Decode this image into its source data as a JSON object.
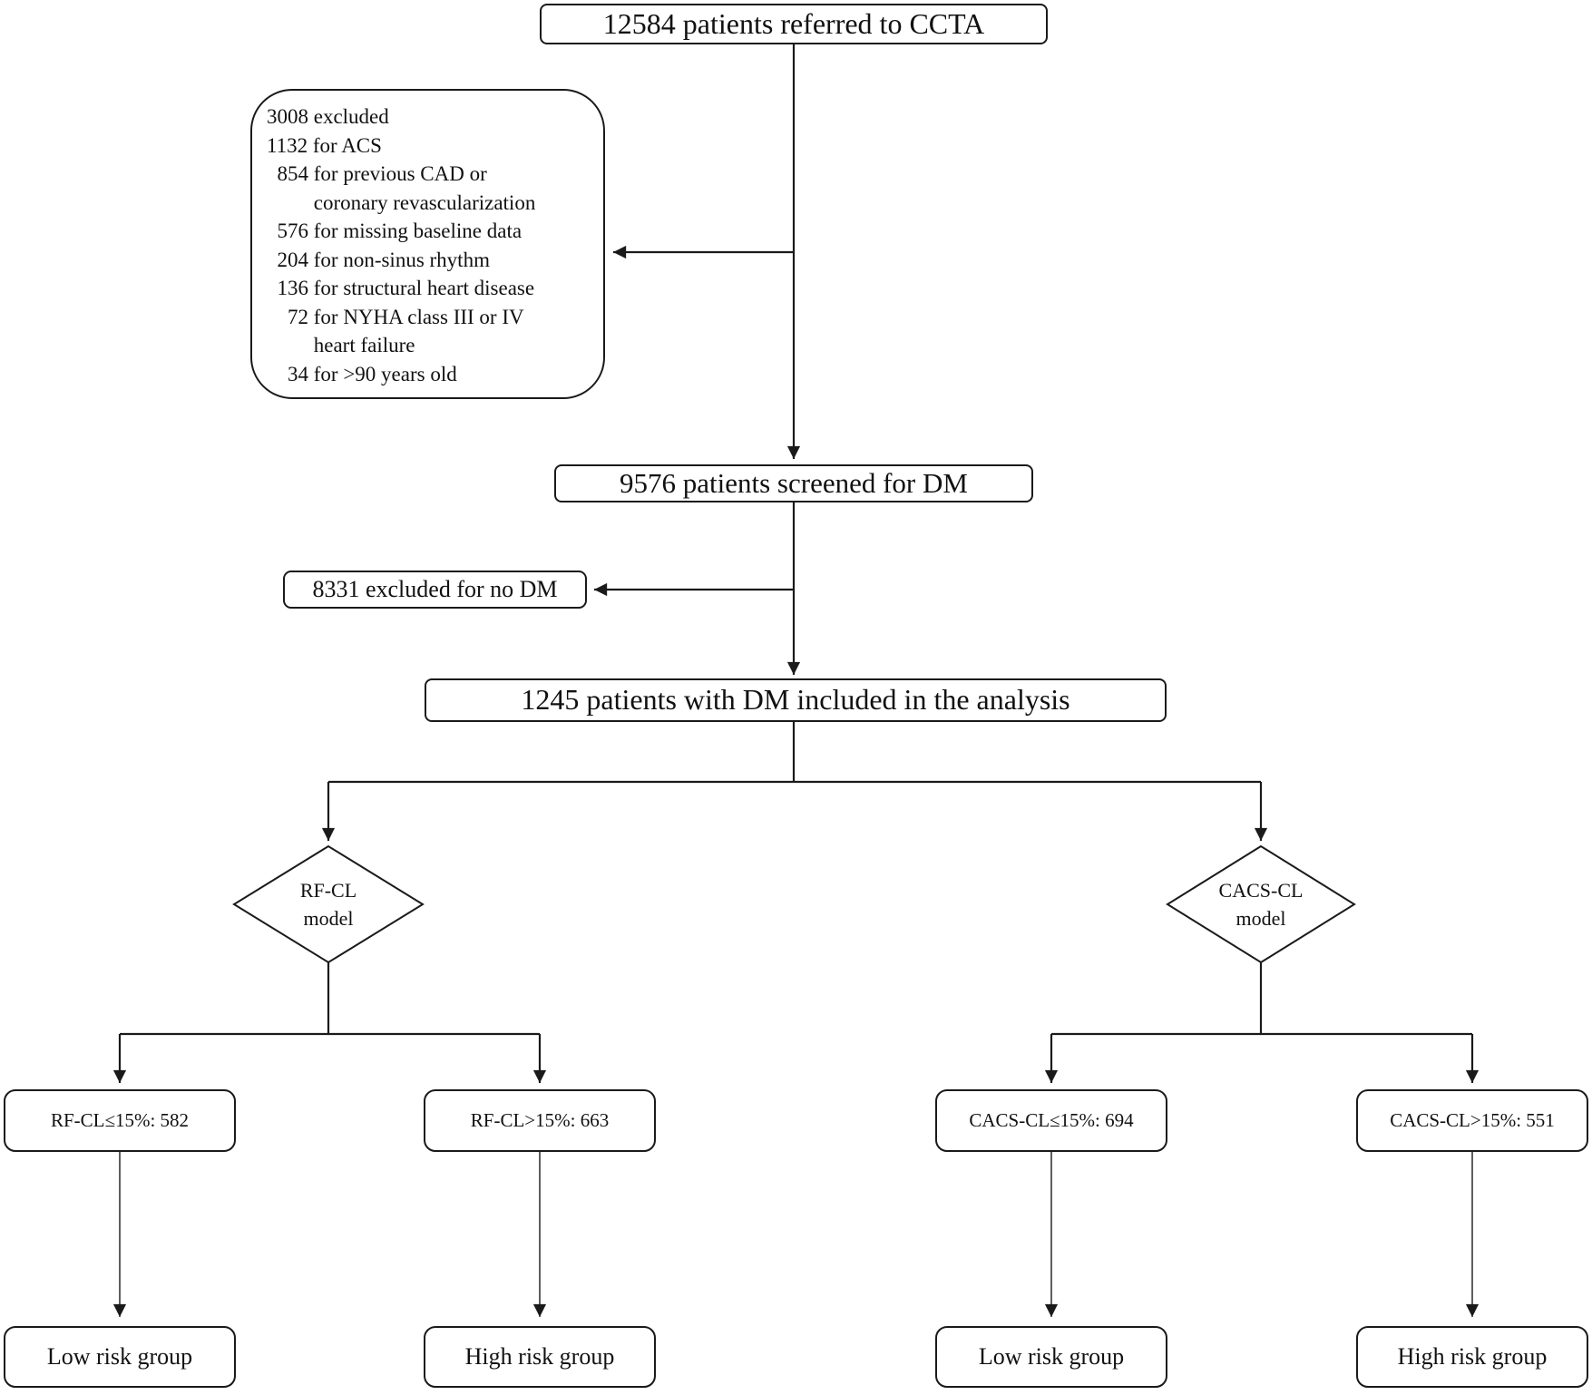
{
  "figure": {
    "type": "flowchart",
    "description": "Patient selection flow diagram"
  },
  "nodes": {
    "referred": "12584 patients referred to CCTA",
    "exclusions": [
      "3008 excluded",
      "1132 for ACS",
      "  854 for previous CAD or",
      "         coronary revascularization",
      "  576 for missing baseline data",
      "  204 for non-sinus rhythm",
      "  136 for structural heart disease",
      "    72 for NYHA class III or IV",
      "         heart failure",
      "    34 for >90 years old"
    ],
    "screened": "9576 patients screened for DM",
    "excluded_no_dm": "8331 excluded for no DM",
    "included": "1245 patients with DM included in the analysis",
    "rf_model": [
      "RF-CL",
      "model"
    ],
    "cacs_model": [
      "CACS-CL",
      "model"
    ],
    "rf_low": "RF-CL≤15%: 582",
    "rf_high": "RF-CL>15%: 663",
    "cacs_low": "CACS-CL≤15%: 694",
    "cacs_high": "CACS-CL>15%: 551",
    "rf_low_group": "Low risk group",
    "rf_high_group": "High risk group",
    "cacs_low_group": "Low risk group",
    "cacs_high_group": "High risk group"
  },
  "colors": {
    "line": "#1a1a1a",
    "text": "#111111",
    "background": "#ffffff"
  }
}
